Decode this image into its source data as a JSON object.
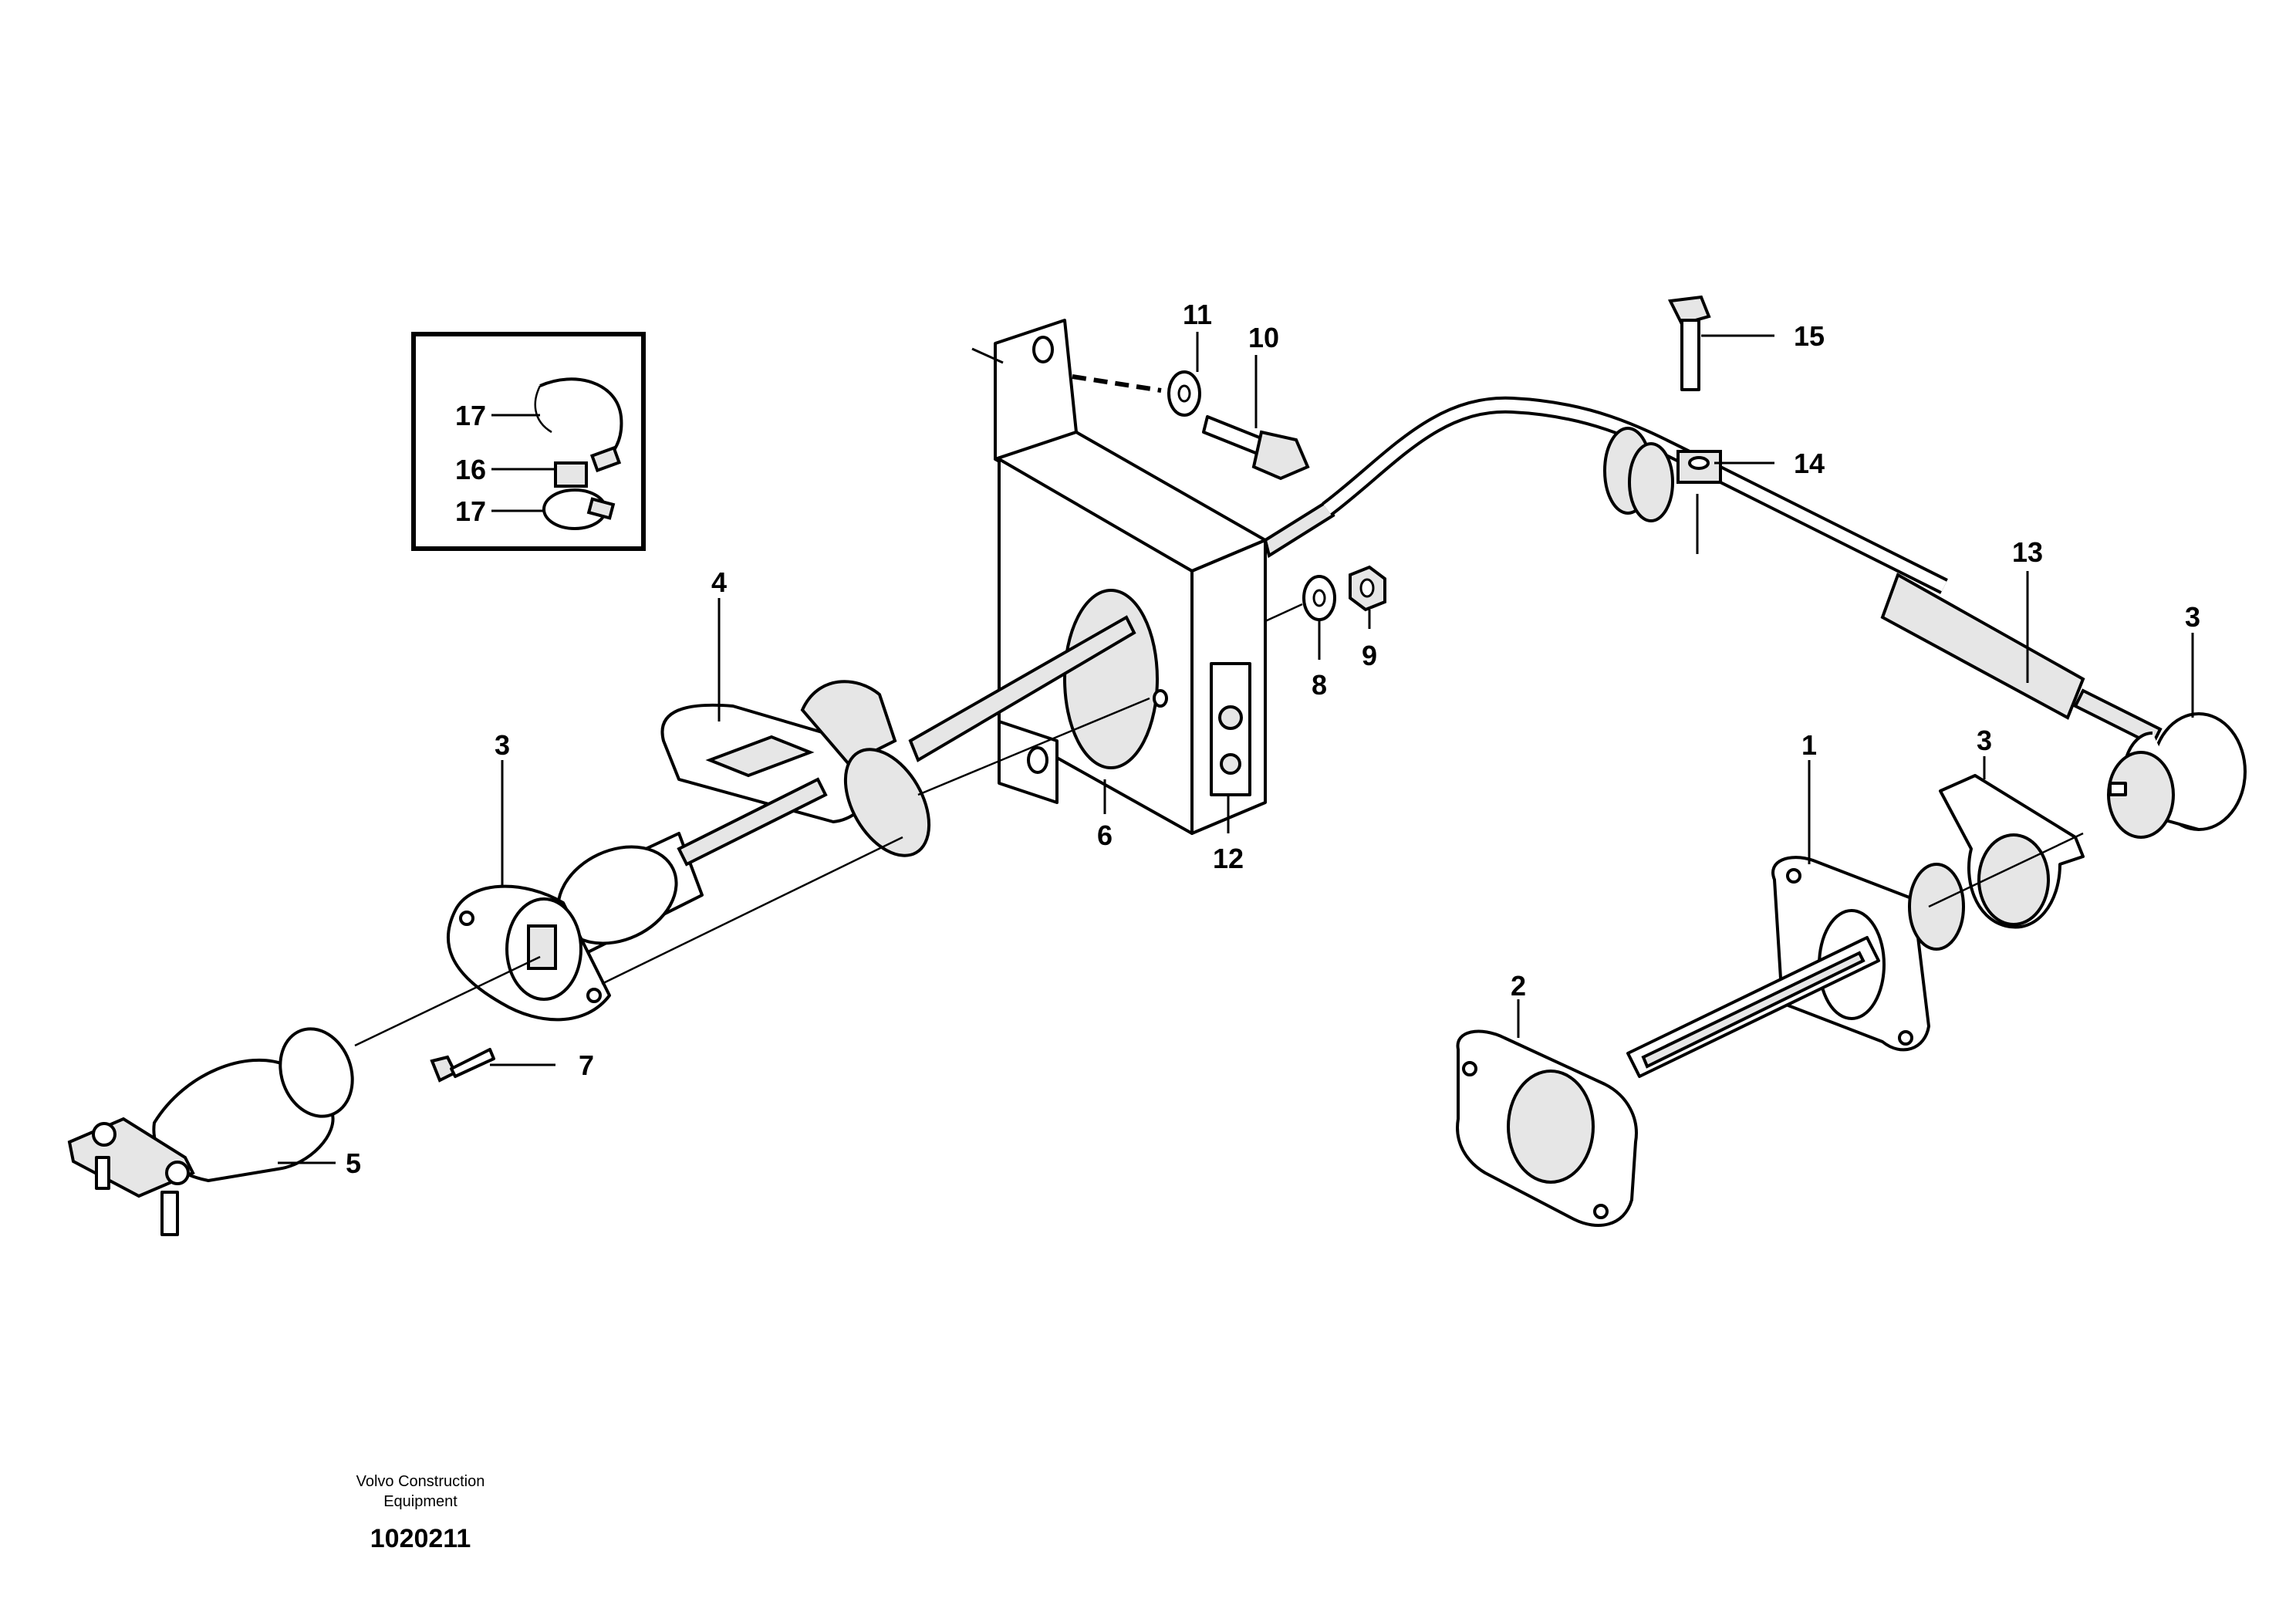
{
  "diagram": {
    "callouts": {
      "c1": "1",
      "c2": "2",
      "c3a": "3",
      "c3b": "3",
      "c3c": "3",
      "c4": "4",
      "c5": "5",
      "c6": "6",
      "c7": "7",
      "c8": "8",
      "c9": "9",
      "c10": "10",
      "c11": "11",
      "c12": "12",
      "c13": "13",
      "c14": "14",
      "c15": "15",
      "c16": "16",
      "c17a": "17",
      "c17b": "17"
    }
  },
  "footer": {
    "company_line1": "Volvo Construction",
    "company_line2": "Equipment",
    "doc_number": "1020211"
  }
}
